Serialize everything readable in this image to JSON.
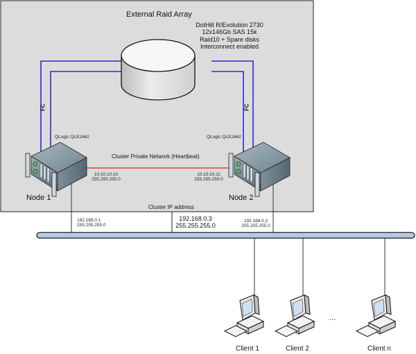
{
  "diagram": {
    "title": "External Raid Array",
    "storage": {
      "specs": [
        "DotHill R/Evolution 2730",
        "12x146Gb SAS 15k",
        "Raid10 + Spare disks",
        "Interconnect enabled"
      ]
    },
    "fc_label": "FC",
    "hba_label": "QLogic QLE2462",
    "heartbeat_label": "Cluster Private Network (Heartbeat)",
    "cluster_ip_label": "Cluster IP address",
    "nodes": [
      {
        "name": "Node 1",
        "hb_ip": "10.10.10.10",
        "hb_mask": "255.255.255.0",
        "pub_ip": "192.168.0.1",
        "pub_mask": "255.255.255.0"
      },
      {
        "name": "Node 2",
        "hb_ip": "10.10.10.11",
        "hb_mask": "255.255.255.0",
        "pub_ip": "192.168.0.2",
        "pub_mask": "255.255.255.0"
      }
    ],
    "cluster_ip": {
      "ip": "192.168.0.3",
      "mask": "255.255.255.0"
    },
    "clients": [
      {
        "name": "Client 1"
      },
      {
        "name": "Client 2"
      },
      {
        "name": "Client n"
      }
    ],
    "ellipsis": "…",
    "colors": {
      "fc": "#2a2ad0",
      "heartbeat": "#e02020",
      "panel": "#dcdcdc",
      "bus": "#b8cde8"
    }
  }
}
